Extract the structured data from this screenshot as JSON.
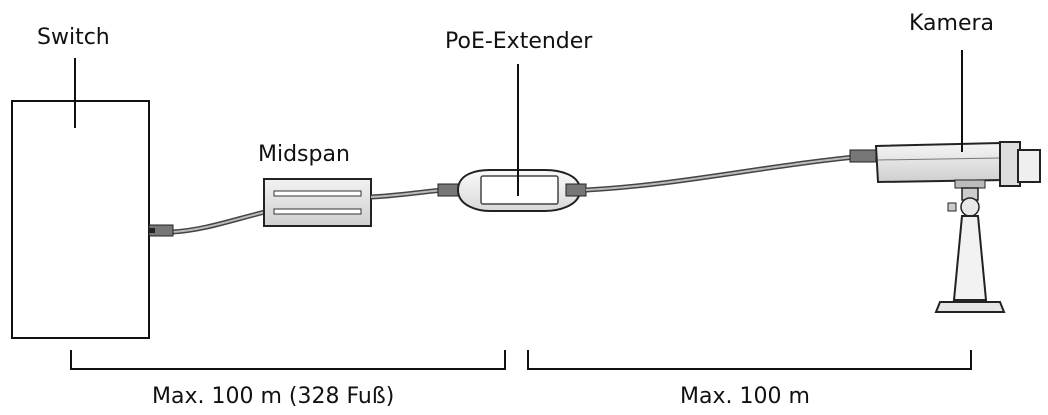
{
  "diagram": {
    "labels": {
      "switch": "Switch",
      "midspan": "Midspan",
      "extender": "PoE-Extender",
      "camera": "Kamera"
    },
    "distances": {
      "left": "Max. 100 m (328 Fuß)",
      "right": "Max. 100 m"
    },
    "colors": {
      "line": "#111111",
      "device_fill": "#e6e6e6",
      "cable": "#555555"
    }
  }
}
